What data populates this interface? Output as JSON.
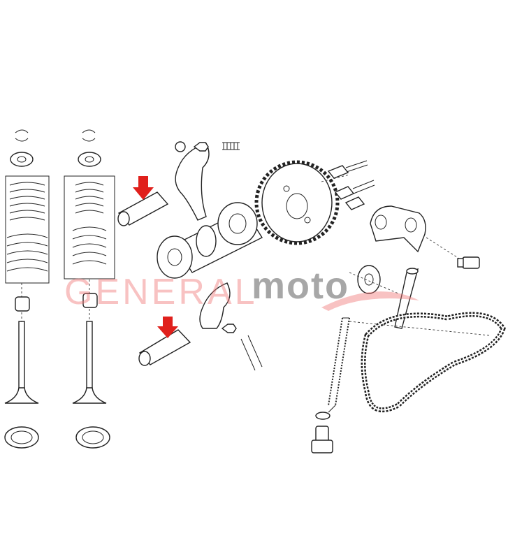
{
  "watermark": {
    "brand_left": "GENERAL",
    "brand_right": "moto",
    "brand_left_color": "#f08080",
    "brand_right_color": "#8a8a8a"
  },
  "highlight_arrows": {
    "color": "#e0201c",
    "count": 2,
    "targets": [
      "upper-rocker-shaft",
      "lower-rocker-shaft"
    ]
  }
}
